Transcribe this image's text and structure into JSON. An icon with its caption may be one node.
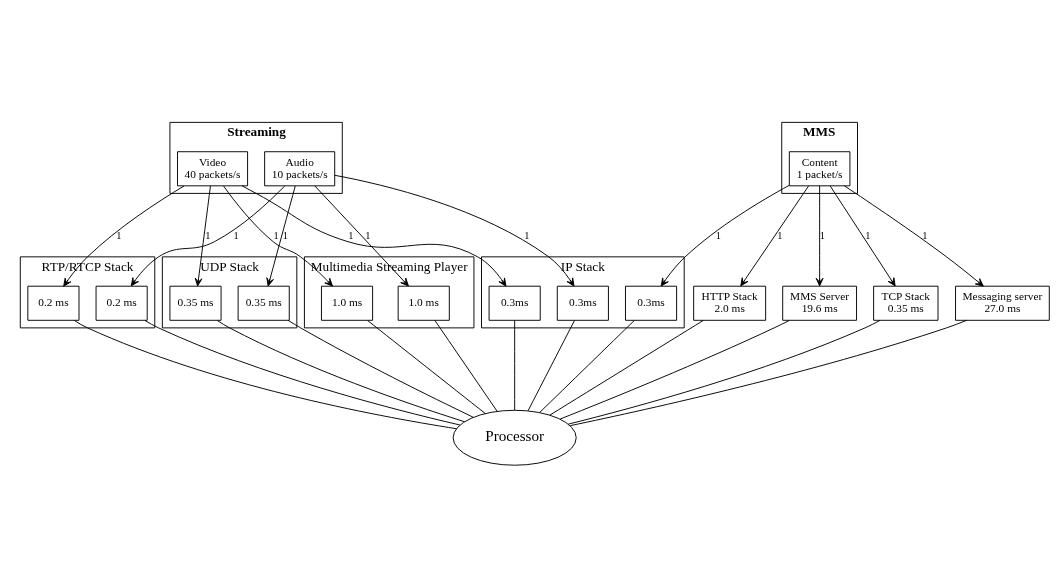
{
  "diagram": {
    "nodes": [
      {
        "text": [
          "Streaming"
        ]
      },
      {
        "text": [
          "Video",
          "40 packets/s"
        ],
        "in": 0
      },
      {
        "text": [
          "Audio",
          "10 packets/s"
        ],
        "in": 0
      },
      {
        "text": [
          "MMS"
        ]
      },
      {
        "text": [
          "Content",
          "1 packet/s"
        ],
        "in": 3
      },
      {
        "text": [
          "RTP/RTCP Stack"
        ]
      },
      {
        "text": [
          "0.2 ms"
        ],
        "in": 5
      },
      {
        "text": [
          "0.2 ms"
        ],
        "in": 5
      },
      {
        "text": [
          "UDP Stack"
        ]
      },
      {
        "text": [
          "0.35 ms"
        ],
        "in": 8
      },
      {
        "text": [
          "0.35 ms"
        ],
        "in": 8
      },
      {
        "text": [
          "Multimedia Streaming Player"
        ]
      },
      {
        "text": [
          "1.0 ms"
        ],
        "in": 11
      },
      {
        "text": [
          "1.0 ms"
        ],
        "in": 11
      },
      {
        "text": [
          "IP Stack"
        ]
      },
      {
        "text": [
          "0.3ms"
        ],
        "in": 14
      },
      {
        "text": [
          "0.3ms"
        ],
        "in": 14
      },
      {
        "text": [
          "0.3ms"
        ],
        "in": 14
      },
      {
        "text": [
          "HTTP Stack",
          "2.0 ms"
        ]
      },
      {
        "text": [
          "MMS Server",
          "19.6 ms"
        ]
      },
      {
        "text": [
          "TCP Stack",
          "0.35 ms"
        ]
      },
      {
        "text": [
          "Messaging server",
          "27.0 ms"
        ]
      },
      {
        "text": [
          "Processor"
        ]
      }
    ],
    "edges": [
      {
        "from": 1,
        "to": 6,
        "arrow": "to",
        "label": "1"
      },
      {
        "from": 2,
        "to": 7,
        "arrow": "to",
        "label": "1"
      },
      {
        "from": 1,
        "to": 9,
        "arrow": "to",
        "label": "1"
      },
      {
        "from": 2,
        "to": 10,
        "arrow": "to",
        "label": "1"
      },
      {
        "from": 1,
        "to": 12,
        "arrow": "to",
        "label": "1"
      },
      {
        "from": 2,
        "to": 13,
        "arrow": "to",
        "label": "1"
      },
      {
        "from": 1,
        "to": 15,
        "arrow": "to",
        "label": "1"
      },
      {
        "from": 2,
        "to": 16,
        "arrow": "to",
        "label": "1"
      },
      {
        "from": 4,
        "to": 17,
        "arrow": "to",
        "label": "1"
      },
      {
        "from": 4,
        "to": 18,
        "arrow": "to",
        "label": "1"
      },
      {
        "from": 4,
        "to": 19,
        "arrow": "to",
        "label": "1"
      },
      {
        "from": 4,
        "to": 20,
        "arrow": "to",
        "label": "1"
      },
      {
        "from": 4,
        "to": 21,
        "arrow": "to",
        "label": "1"
      },
      {
        "from": 6,
        "to": 22,
        "arrow": "none"
      },
      {
        "from": 7,
        "to": 22,
        "arrow": "none"
      },
      {
        "from": 9,
        "to": 22,
        "arrow": "none"
      },
      {
        "from": 10,
        "to": 22,
        "arrow": "none"
      },
      {
        "from": 12,
        "to": 22,
        "arrow": "none"
      },
      {
        "from": 13,
        "to": 22,
        "arrow": "none"
      },
      {
        "from": 15,
        "to": 22,
        "arrow": "none"
      },
      {
        "from": 16,
        "to": 22,
        "arrow": "none"
      },
      {
        "from": 17,
        "to": 22,
        "arrow": "none"
      },
      {
        "from": 18,
        "to": 22,
        "arrow": "none"
      },
      {
        "from": 19,
        "to": 22,
        "arrow": "none"
      },
      {
        "from": 20,
        "to": 22,
        "arrow": "none"
      },
      {
        "from": 21,
        "to": 22,
        "arrow": "none"
      }
    ]
  }
}
